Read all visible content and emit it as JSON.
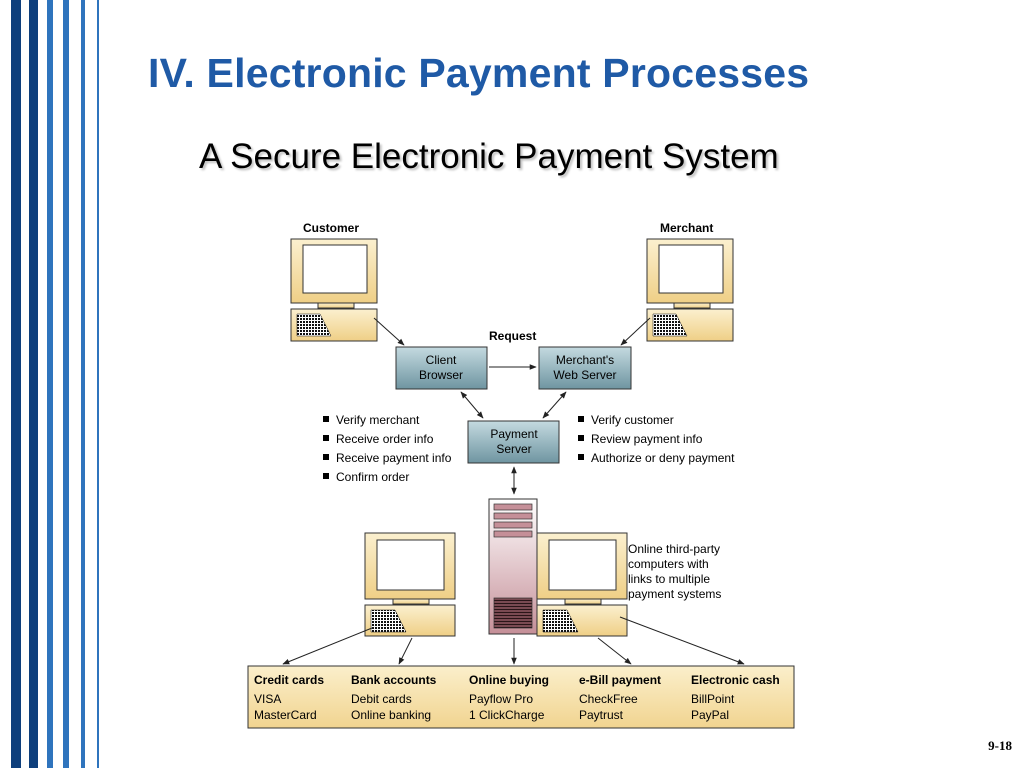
{
  "slide": {
    "title": "IV. Electronic Payment Processes",
    "subtitle": "A Secure Electronic Payment System",
    "page_number": "9-18"
  },
  "colors": {
    "title_blue": "#1f5aa6",
    "stripe_dark": "#0e3f7c",
    "stripe_mid": "#2f74bd",
    "monitor_fill": "#f6dfa6",
    "server_fill": "#7fa3ae",
    "tower_fill": "#e6c5c8",
    "tower_panel": "#b98a92",
    "methods_fill": "#f6dfa6"
  },
  "diagram": {
    "customer_label": "Customer",
    "merchant_label": "Merchant",
    "request_label": "Request",
    "client_browser": [
      "Client",
      "Browser"
    ],
    "merchant_web_server": [
      "Merchant's",
      "Web Server"
    ],
    "payment_server": [
      "Payment",
      "Server"
    ],
    "left_checklist": [
      "Verify merchant",
      "Receive order info",
      "Receive payment info",
      "Confirm order"
    ],
    "right_checklist": [
      "Verify customer",
      "Review payment info",
      "Authorize or deny payment"
    ],
    "third_party_note": [
      "Online third-party",
      "computers with",
      "links to multiple",
      "payment systems"
    ],
    "payment_methods": [
      {
        "heading": "Credit cards",
        "items": [
          "VISA",
          "MasterCard"
        ]
      },
      {
        "heading": "Bank accounts",
        "items": [
          "Debit cards",
          "Online banking"
        ]
      },
      {
        "heading": "Online buying",
        "items": [
          "Payflow Pro",
          "1 ClickCharge"
        ]
      },
      {
        "heading": "e-Bill payment",
        "items": [
          "CheckFree",
          "Paytrust"
        ]
      },
      {
        "heading": "Electronic cash",
        "items": [
          "BillPoint",
          "PayPal"
        ]
      }
    ]
  }
}
